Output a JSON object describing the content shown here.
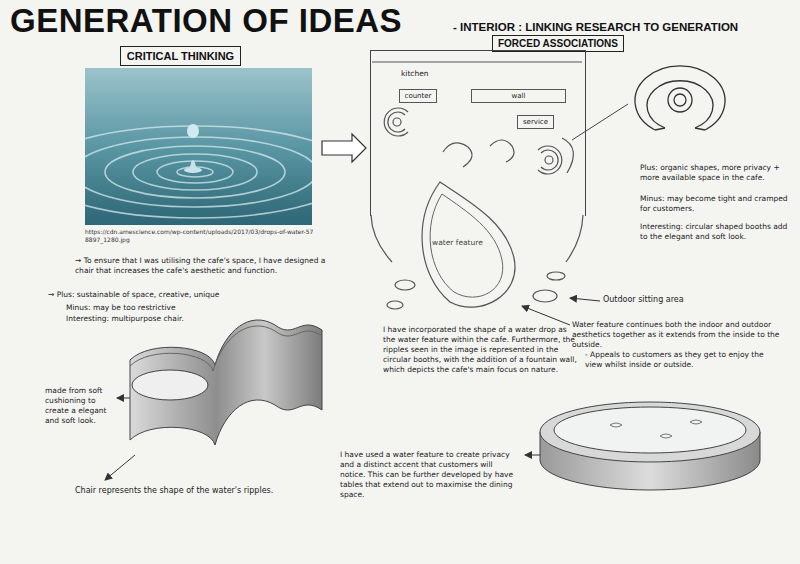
{
  "diagram": {
    "title": "GENERATION OF IDEAS",
    "nodes": [
      {
        "text": [
          "CRITICAL THINKING"
        ]
      },
      {
        "text": [
          "FORCED ASSOCIATIONS"
        ]
      },
      {
        "text": [
          "kitchen"
        ]
      },
      {
        "text": [
          "counter"
        ],
        "in": 2
      },
      {
        "text": [
          "wall"
        ],
        "in": 2
      },
      {
        "text": [
          "service"
        ],
        "in": 2
      },
      {
        "text": [
          "water feature"
        ]
      }
    ],
    "labels": [
      "- INTERIOR : LINKING RESEARCH TO GENERATION",
      "https://cdn.amescience.com/wp-content/uploads/2017/03/drops-of-water-578897_1280.jpg",
      "Plus: organic shapes, more privacy + more available space in the cafe.",
      "Minus: may become tight and cramped for customers.",
      "Interesting: circular shaped booths add to the elegant and soft look.",
      "Outdoor sitting area",
      "Water feature continues both the indoor and outdoor aesthetics together as it extends from the inside to the outside.",
      "- Appeals to customers as they get to enjoy the view whilst inside or outside.",
      "I have incorporated the shape of a water drop as the water feature within the cafe. Furthermore, the ripples seen in the image is represented in the circular booths, with the addition of a fountain wall, which depicts the cafe's main focus on nature.",
      "→ To ensure that I was utilising the cafe's space, I have designed a chair that increases the cafe's aesthetic and function.",
      "→ Plus: sustainable of space, creative, unique",
      "Minus: may be too restrictive",
      "Interesting: multipurpose chair.",
      "made from soft cushioning to create a elegant and soft look.",
      "Chair represents the shape of the water's ripples.",
      "I have used a water feature to create privacy and a distinct accent that customers will notice. This can be further developed by have tables that extend out to maximise the dining space."
    ]
  }
}
